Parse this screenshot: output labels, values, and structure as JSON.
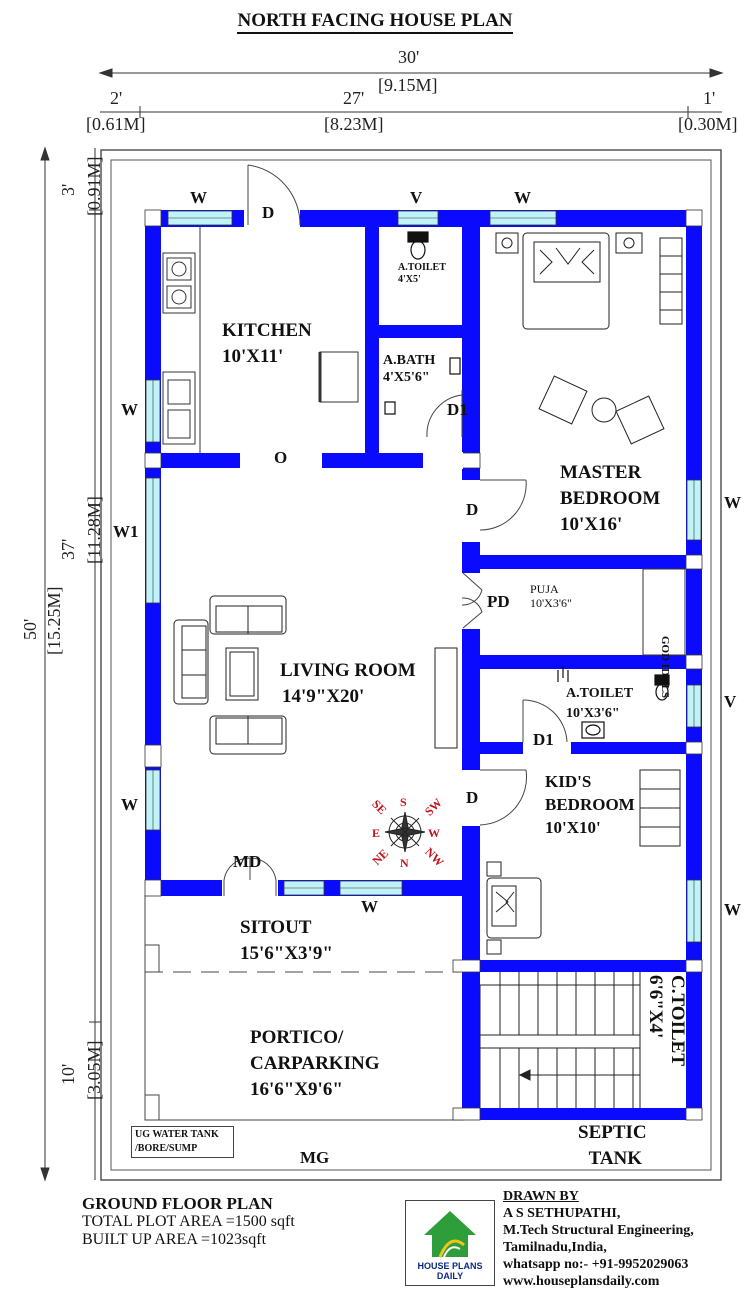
{
  "title": "NORTH FACING HOUSE PLAN",
  "dimensions": {
    "top_total": "30'",
    "top_total_m": "[9.15M]",
    "top_left": "2'",
    "top_left_m": "[0.61M]",
    "top_mid": "27'",
    "top_mid_m": "[8.23M]",
    "top_right": "1'",
    "top_right_m": "[0.30M]",
    "side_total": "50'",
    "side_total_m": "[15.25M]",
    "side_top": "3'",
    "side_top_m": "[0.91M]",
    "side_mid": "37'",
    "side_mid_m": "[11.28M]",
    "side_bottom": "10'",
    "side_bottom_m": "[3.05M]"
  },
  "rooms": {
    "kitchen": {
      "name": "KITCHEN",
      "size": "10'X11'"
    },
    "toilet_top": {
      "name": "A.TOILET",
      "size": "4'X5'"
    },
    "bath": {
      "name": "A.BATH",
      "size": "4'X5'6\""
    },
    "master": {
      "name1": "MASTER",
      "name2": "BEDROOM",
      "size": "10'X16'"
    },
    "puja": {
      "name": "PUJA",
      "size": "10'X3'6\""
    },
    "god_idols": "GOD IDOLS",
    "toilet_mid": {
      "name": "A.TOILET",
      "size": "10'X3'6\""
    },
    "living": {
      "name": "LIVING ROOM",
      "size": "14'9\"X20'"
    },
    "kids": {
      "name1": "KID'S",
      "name2": "BEDROOM",
      "size": "10'X10'"
    },
    "sitout": {
      "name": "SITOUT",
      "size": "15'6\"X3'9\""
    },
    "portico": {
      "name1": "PORTICO/",
      "name2": "CARPARKING",
      "size": "16'6\"X9'6\""
    },
    "ctoilet": {
      "name": "C.TOILET",
      "size": "6'6\"X4'"
    },
    "septic": {
      "name1": "SEPTIC",
      "name2": "TANK"
    },
    "ug_tank": {
      "line1": "UG WATER TANK",
      "line2": "/BORE/SUMP"
    }
  },
  "openings": {
    "w": "W",
    "w1": "W1",
    "d": "D",
    "d1": "D1",
    "v": "V",
    "o": "O",
    "pd": "PD",
    "md": "MD",
    "mg": "MG"
  },
  "compass": {
    "s": "S",
    "n": "N",
    "e": "E",
    "w": "W",
    "se": "SE",
    "sw": "SW",
    "ne": "NE",
    "nw": "NW"
  },
  "footer": {
    "plan_title": "GROUND FLOOR PLAN",
    "plot_area": "TOTAL PLOT AREA =1500 sqft",
    "built_area": "BUILT UP AREA =1023sqft",
    "drawn_by": "DRAWN BY",
    "author": "A S SETHUPATHI,",
    "degree": "M.Tech Structural Engineering,",
    "location": "Tamilnadu,India,",
    "whatsapp": "whatsapp no:- +91-9952029063",
    "website": "www.houseplansdaily.com",
    "logo_line1": "HOUSE PLANS",
    "logo_line2": "DAILY"
  },
  "colors": {
    "wall": "#0a0aff",
    "window": "#bff3f8",
    "line": "#222222",
    "compass": "#c0141c"
  }
}
